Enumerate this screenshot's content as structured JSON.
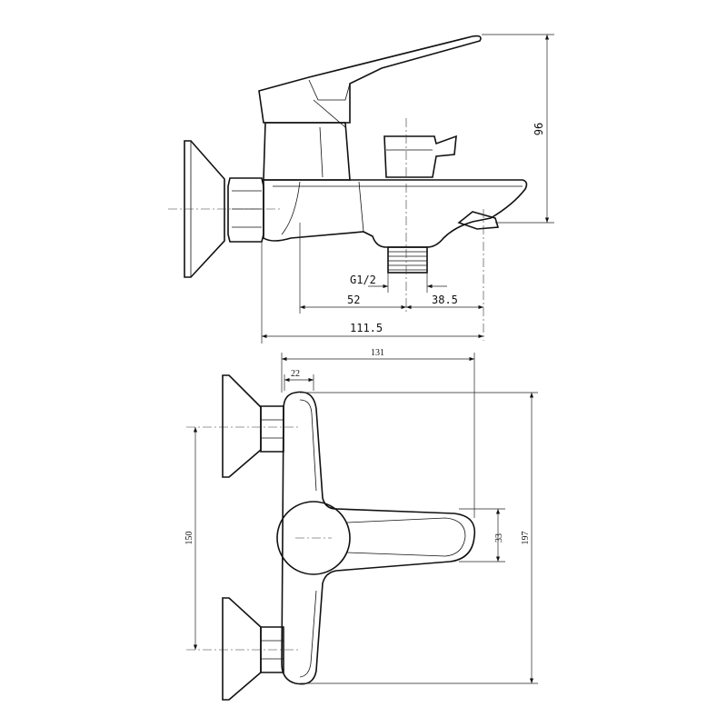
{
  "side_view": {
    "height_label": "96",
    "thread_label": "G1/2",
    "left_offset_label": "52",
    "right_offset_label": "38.5",
    "total_reach_label": "111.5"
  },
  "front_view": {
    "width_label": "131",
    "body_offset_label": "22",
    "inlet_spacing_label": "150",
    "lever_height_label": "33",
    "total_height_label": "197"
  },
  "colors": {
    "line": "#111111",
    "background": "#ffffff"
  }
}
